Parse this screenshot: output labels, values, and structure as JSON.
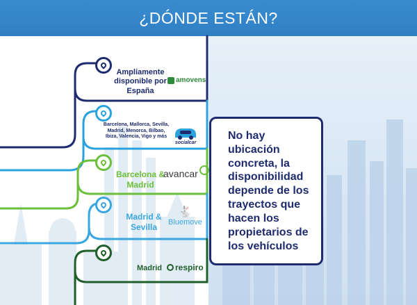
{
  "title": "¿DÓNDE ESTÁN?",
  "colors": {
    "header": "#3a8cd0",
    "navy": "#1e2b6e",
    "blue": "#2aa3dc",
    "green": "#6bbf3a",
    "sky": "#3aa6e0",
    "dark_green": "#1f5f2a"
  },
  "entries": [
    {
      "label": "Ampliamente disponible por España",
      "brand": "amovens",
      "icon": "map-pin-icon",
      "color": "#1e2b6e"
    },
    {
      "label": "Barcelona, Mallorca, Sevilla, Madrid, Menorca, Bilbao, Ibiza, Valencia, Vigo y más",
      "brand": "socialcar",
      "icon": "map-pin-icon",
      "color": "#2aa3dc"
    },
    {
      "label": "Barcelona & Madrid",
      "brand": "avancar",
      "icon": "map-pin-icon",
      "color": "#6bbf3a"
    },
    {
      "label": "Madrid & Sevilla",
      "brand": "Bluemove",
      "icon": "map-pin-icon",
      "color": "#3aa6e0"
    },
    {
      "label": "Madrid",
      "brand": "respiro",
      "icon": "map-pin-icon",
      "color": "#1f5f2a"
    }
  ],
  "callout": "No hay ubicación concreta, la disponibilidad depende de los trayectos que hacen los propietarios de los vehículos"
}
